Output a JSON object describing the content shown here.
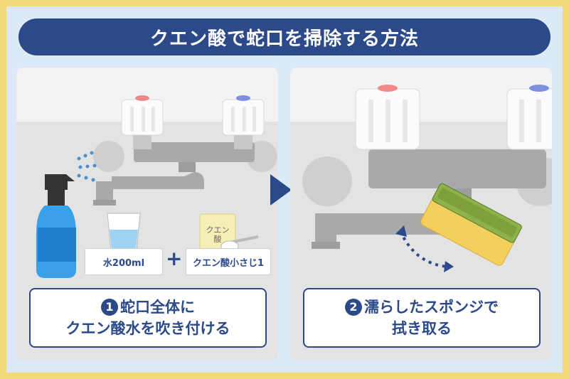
{
  "title": "クエン酸で蛇口を掃除する方法",
  "step1": {
    "number": "1",
    "line1": "蛇口全体に",
    "line2": "クエン酸水を吹き付ける",
    "water_label": "水200ml",
    "plus": "+",
    "citric_label": "クエン酸小さじ1",
    "package_text": "クエン\n酸"
  },
  "step2": {
    "number": "2",
    "line1": "濡らしたスポンジで",
    "line2": "拭き取る"
  },
  "colors": {
    "navy": "#2c4a8a",
    "frame": "#f2d97a",
    "background": "#dbeaf6",
    "sponge_yellow": "#f5cf5e",
    "sponge_green": "#8fb14a"
  }
}
